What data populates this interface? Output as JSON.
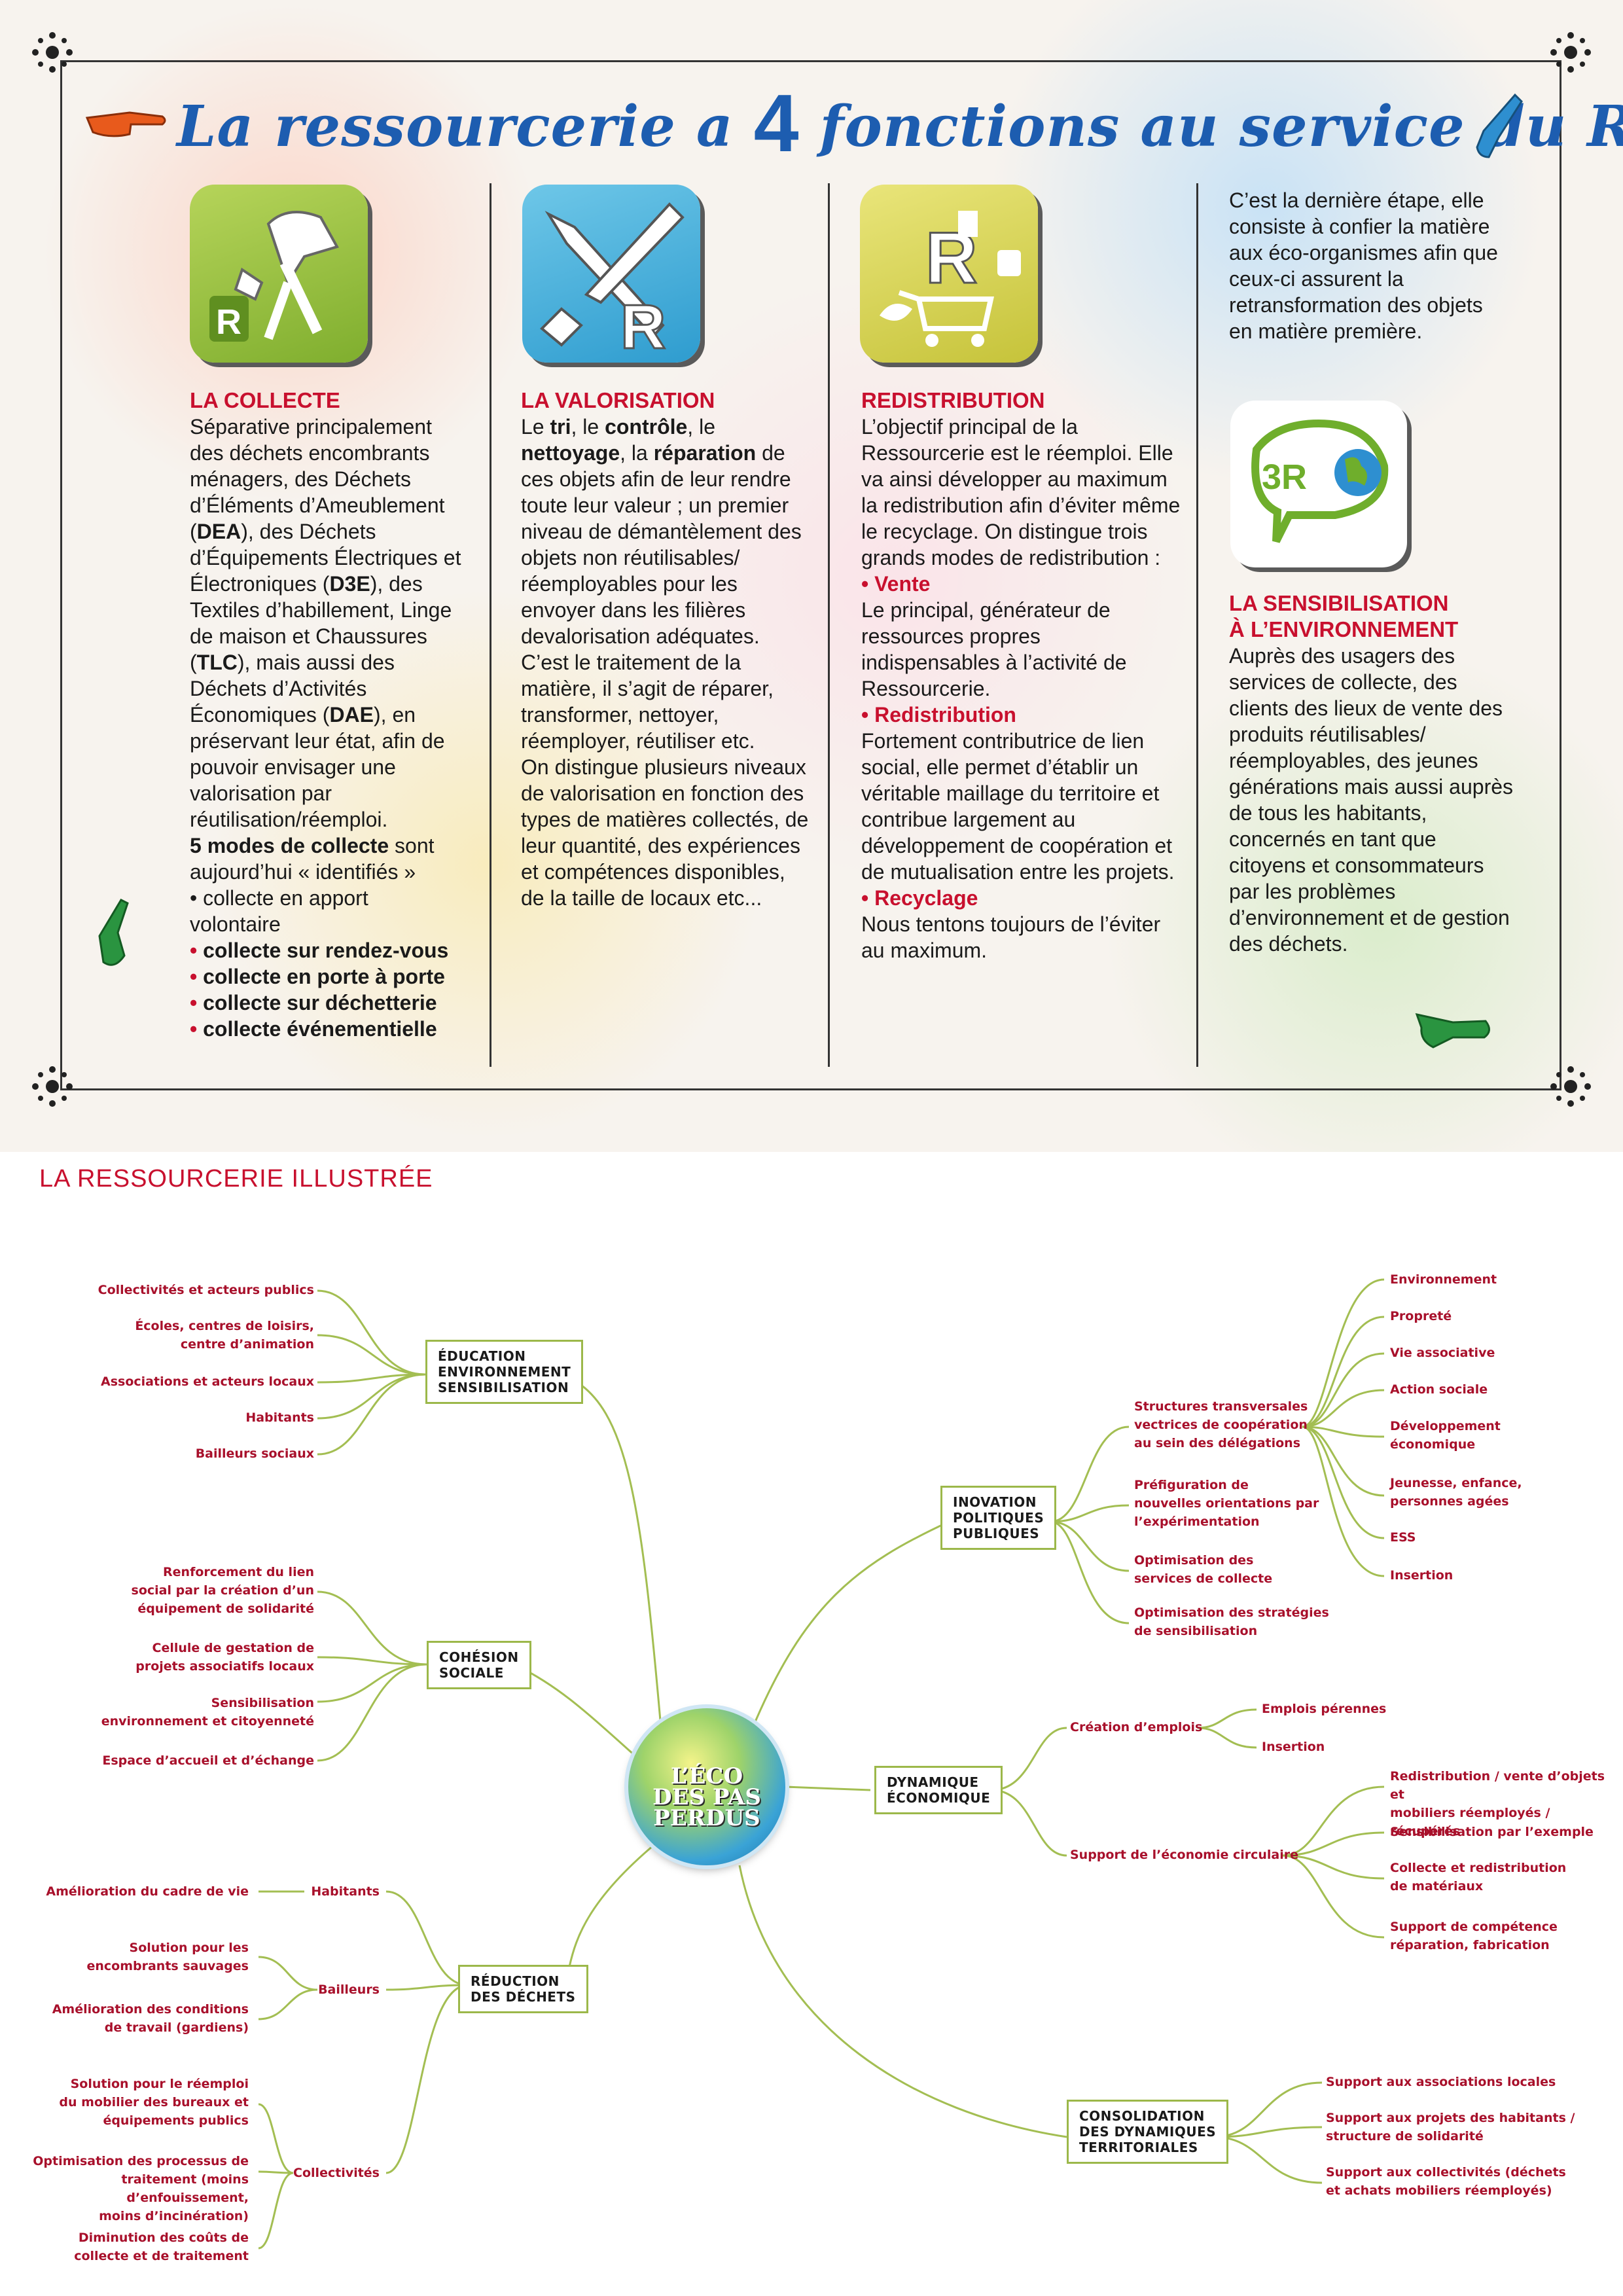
{
  "poster": {
    "title_part1": "La ressourcerie a",
    "title_number": "4",
    "title_part2": "fonctions au service  du Réemploi !"
  },
  "collecte": {
    "heading": "LA COLLECTE",
    "icon_letter": "R",
    "p1a": "Séparative principalement des déchets encombrants ménagers, des Déchets d’Éléments d’Ameublement (",
    "dea": "DEA",
    "p1b": "), des Déchets d’Équipements Électriques et Électroniques (",
    "d3e": "D3E",
    "p1c": "), des Textiles d’habillement, Linge de maison et Chaussures (",
    "tlc": "TLC",
    "p1d": "), mais aussi des Déchets d’Activités Économiques (",
    "dae": "DAE",
    "p1e": "), en préservant leur état, afin de pouvoir envisager une valorisation par réutilisation/réemploi.",
    "modes_bold": "5 modes de collecte",
    "modes_rest": " sont aujourd’hui « identifiés »",
    "bullets": [
      "collecte en apport volontaire",
      "collecte sur rendez-vous",
      "collecte en porte à porte",
      "collecte sur déchetterie",
      "collecte événementielle"
    ]
  },
  "valorisation": {
    "heading": "LA VALORISATION",
    "icon_letter": "R",
    "t1": "Le ",
    "tri": "tri",
    "t2": ", le ",
    "controle": "contrôle",
    "t3": ", le ",
    "nettoyage": "nettoyage",
    "t4": ", la ",
    "reparation": "réparation",
    "t5": " de ces objets afin de leur rendre toute leur valeur ; un premier niveau de démantèlement des objets non réutilisables/ réemployables pour les envoyer dans les filières devalorisation adéquates.",
    "p2": "C’est le traitement de la matière, il s’agit de réparer, transformer, nettoyer, réemployer, réutiliser etc.",
    "p3": "On distingue plusieurs niveaux de valorisation en fonction des types de matières collectés, de leur quantité, des expériences et compétences disponibles, de la taille de locaux etc..."
  },
  "redistribution": {
    "heading": "REDISTRIBUTION",
    "icon_letter": "R",
    "p1": "L’objectif principal de la Ressourcerie est le réemploi. Elle va ainsi développer au maximum la redistribution afin d’éviter même le recyclage. On distingue trois grands modes de redistribution :",
    "vente_label": "• Vente",
    "vente_text": "Le principal, générateur de ressources propres indispensables à l’activité de Ressourcerie.",
    "redis_label": "• Redistribution",
    "redis_text": "Fortement contributrice de lien social, elle permet d’établir un véritable maillage du territoire et contribue largement au développement de coopération et de mutualisation entre les projets.",
    "recyc_label": "• Recyclage",
    "recyc_text": "Nous tentons toujours de l’éviter au maximum."
  },
  "sensibilisation": {
    "intro": "C’est la dernière étape, elle consiste à confier la matière aux éco-organismes afin que ceux-ci assurent la retransformation des objets en matière première.",
    "icon_text": "3R",
    "heading_line1": "LA SENSIBILISATION",
    "heading_line2": "À L’ENVIRONNEMENT",
    "body": "Auprès des usagers des services de collecte, des clients des lieux de vente des produits réutilisables/ réemployables, des jeunes générations mais aussi auprès de tous les habitants, concernés en tant que citoyens et consommateurs par les problèmes d’environnement et de gestion des déchets."
  },
  "mindmap": {
    "section_title": "LA RESSOURCERIE ILLUSTRÉE",
    "hub_logo": "L’ÉCO DES PAS PERDUS",
    "education": {
      "label": "ÉDUCATION\nENVIRONNEMENT\nSENSIBILISATION",
      "leaves": [
        "Collectivités et acteurs publics",
        "Écoles, centres de loisirs,\ncentre d’animation",
        "Associations et acteurs locaux",
        "Habitants",
        "Bailleurs sociaux"
      ]
    },
    "cohesion": {
      "label": "COHÉSION\nSOCIALE",
      "leaves": [
        "Renforcement du lien\nsocial par la création d’un\néquipement de solidarité",
        "Cellule de gestation de\nprojets associatifs locaux",
        "Sensibilisation\nenvironnement et citoyenneté",
        "Espace d’accueil et d’échange"
      ]
    },
    "reduction": {
      "label": "RÉDUCTION\nDES DÉCHETS",
      "sub_habitants": "Habitants",
      "sub_bailleurs": "Bailleurs",
      "sub_collectivites": "Collectivités",
      "leaf_habitants": [
        "Amélioration du cadre de vie"
      ],
      "leaf_bailleurs": [
        "Solution pour les\nencombrants sauvages",
        "Amélioration des conditions\nde travail (gardiens)"
      ],
      "leaf_collectivites": [
        "Solution pour le réemploi\ndu mobilier des bureaux et\néquipements publics",
        "Optimisation des processus de\ntraitement (moins d’enfouissement,\nmoins d’incinération)",
        "Diminution des coûts de\ncollecte et de traitement"
      ]
    },
    "inovation": {
      "label": "INOVATION\nPOLITIQUES\nPUBLIQUES",
      "sub_structures": "Structures transversales\nvectrices de coopération\nau sein des délégations",
      "others": [
        "Préfiguration de\nnouvelles orientations par\nl’expérimentation",
        "Optimisation des\nservices de collecte",
        "Optimisation des stratégies\nde sensibilisation"
      ],
      "leaves": [
        "Environnement",
        "Propreté",
        "Vie associative",
        "Action sociale",
        "Développement\néconomique",
        "Jeunesse, enfance,\npersonnes agées",
        "ESS",
        "Insertion"
      ]
    },
    "dynamique": {
      "label": "DYNAMIQUE\nÉCONOMIQUE",
      "sub_creation": "Création d’emplois",
      "sub_support": "Support de l’économie circulaire",
      "leaf_creation": [
        "Emplois pérennes",
        "Insertion"
      ],
      "leaf_support": [
        "Redistribution / vente d’objets et\nmobiliers réemployés / récupérés",
        "Sensibilisation par l’exemple",
        "Collecte et redistribution\nde matériaux",
        "Support de compétence\nréparation, fabrication"
      ]
    },
    "consolidation": {
      "label": "CONSOLIDATION\nDES DYNAMIQUES\nTERRITORIALES",
      "leaves": [
        "Support aux associations locales",
        "Support aux projets des habitants /\nstructure de solidarité",
        "Support aux collectivités (déchets\net achats mobiliers réemployés)"
      ]
    },
    "colors": {
      "branch": "#a3be52",
      "leaf_text": "#a8102b",
      "heading_red": "#c8102e",
      "title_blue": "#1d5db0"
    }
  }
}
